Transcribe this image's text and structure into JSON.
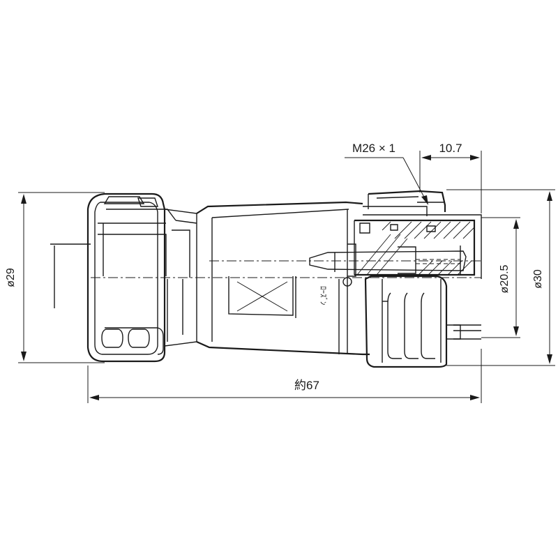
{
  "dimensions": {
    "thread": "M26 × 1",
    "thread_length": "10.7",
    "diameter_left": "ø29",
    "diameter_inner": "ø20.5",
    "diameter_right": "ø30",
    "overall_length": "約67"
  },
  "body_marking": "ﾛｰｽﾞﾝ"
}
